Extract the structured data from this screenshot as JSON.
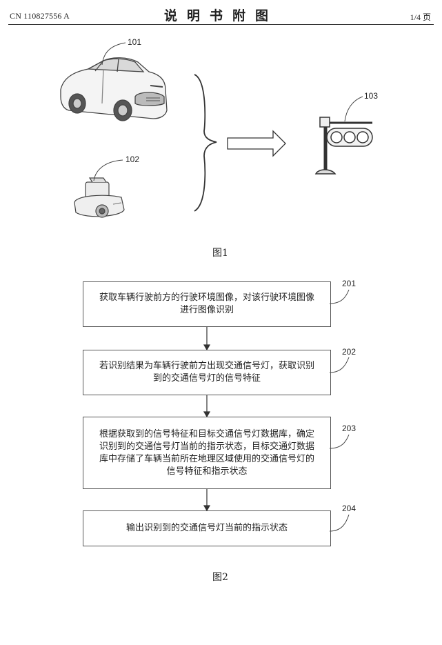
{
  "header": {
    "patent_number": "CN 110827556 A",
    "title": "说明书附图",
    "page": "1/4 页"
  },
  "figure1": {
    "caption": "图1",
    "labels": {
      "car": "101",
      "camera": "102",
      "traffic_light": "103"
    }
  },
  "figure2": {
    "caption": "图2",
    "steps": [
      {
        "ref": "201",
        "lines": [
          "获取车辆行驶前方的行驶环境图像，对该行驶环境图像",
          "进行图像识别"
        ]
      },
      {
        "ref": "202",
        "lines": [
          "若识别结果为车辆行驶前方出现交通信号灯，获取识别",
          "到的交通信号灯的信号特征"
        ]
      },
      {
        "ref": "203",
        "lines": [
          "根据获取到的信号特征和目标交通信号灯数据库，确定",
          "识别到的交通信号灯当前的指示状态，目标交通灯数据",
          "库中存储了车辆当前所在地理区域使用的交通信号灯的",
          "信号特征和指示状态"
        ]
      },
      {
        "ref": "204",
        "lines": [
          "输出识别到的交通信号灯当前的指示状态"
        ]
      }
    ]
  }
}
